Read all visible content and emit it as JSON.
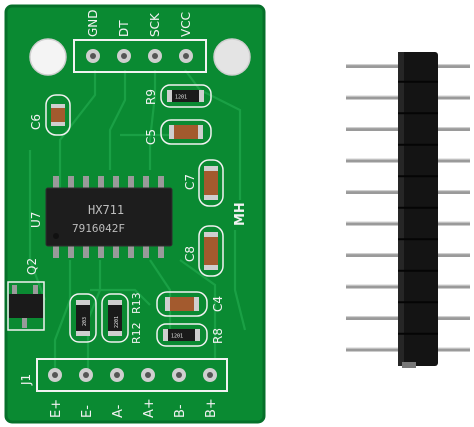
{
  "board": {
    "top_header_labels": [
      "GND",
      "DT",
      "SCK",
      "VCC"
    ],
    "bottom_header_labels": [
      "E+",
      "E-",
      "A-",
      "A+",
      "B-",
      "B+"
    ],
    "bottom_header_designator": "J1",
    "chip": {
      "designator": "U7",
      "part": "HX711",
      "code": "7916042F"
    },
    "designators": {
      "c6": "C6",
      "r9": "R9",
      "c5": "C5",
      "c7": "C7",
      "c8": "C8",
      "q2": "Q2",
      "r12": "R12",
      "r13": "R13",
      "c4": "C4",
      "r8": "R8",
      "mark": "MH"
    },
    "resistor_codes": {
      "r9": "1201",
      "r12": "203",
      "r13": "2201",
      "r8": "1201"
    }
  },
  "pin_header": {
    "pin_count": 10
  },
  "colors": {
    "pcb_green": "#0a8a32",
    "trace_green": "#1aa045",
    "silkscreen": "#f2f2f2",
    "chip_body": "#1d1d1d",
    "pin_metal": "#9a9a9a",
    "header_plastic": "#141414"
  }
}
